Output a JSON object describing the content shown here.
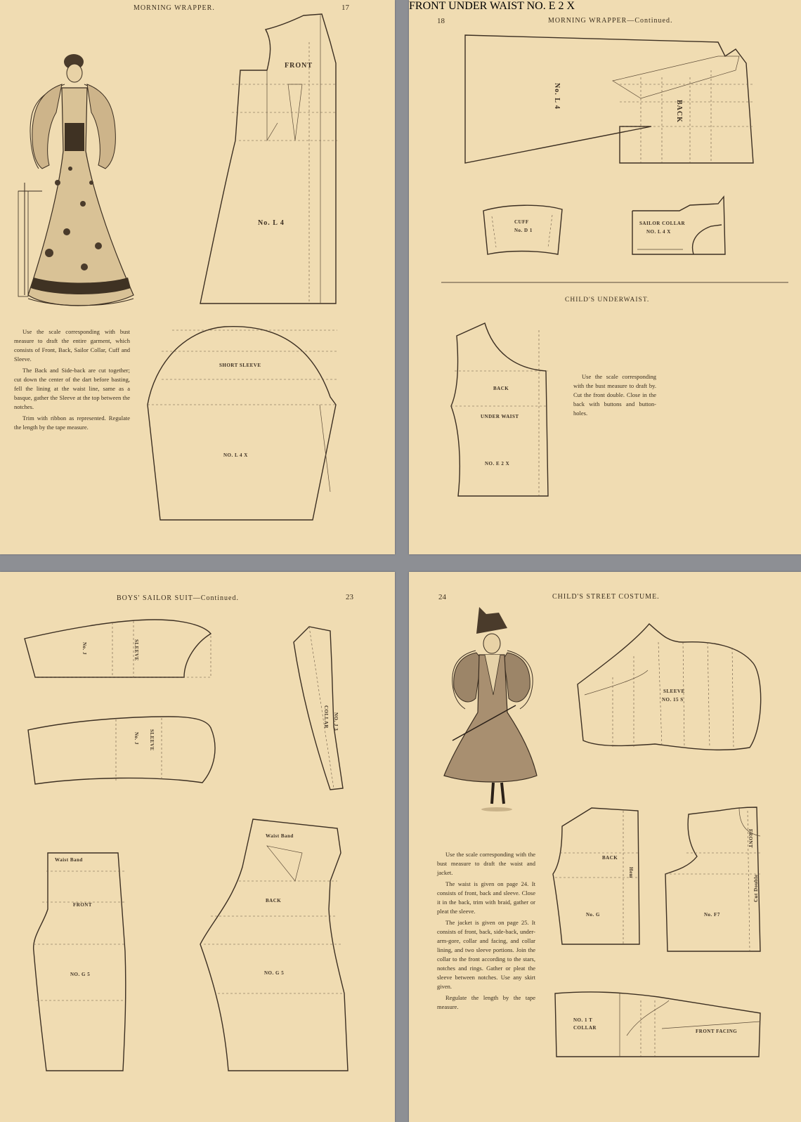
{
  "pages": [
    {
      "header": "MORNING WRAPPER.",
      "page_number": "17",
      "piece_labels": {
        "front": "FRONT",
        "pattern_no": "No. L 4",
        "sleeve": "SHORT SLEEVE",
        "sleeve_no": "NO. L 4 X"
      },
      "paragraphs": [
        "Use the scale corresponding with bust measure to draft the entire garment, which consists of Front, Back, Sailor Collar, Cuff and Sleeve.",
        "The Back and Side-back are cut together; cut down the center of the dart before basting, fell the lining at the waist line, same as a basque, gather the Sleeve at the top between the notches.",
        "Trim with ribbon as represented. Regulate the length by the tape measure."
      ]
    },
    {
      "header": "MORNING WRAPPER—Continued.",
      "page_number": "18",
      "section_title": "CHILD'S UNDERWAIST.",
      "piece_labels": {
        "pattern_no": "No. L 4",
        "back": "BACK",
        "cuff": "CUFF",
        "cuff_no": "No. D 1",
        "sailor_collar": "SAILOR COLLAR",
        "sailor_collar_no": "NO. L 4 X",
        "under_back": "BACK",
        "under_waist_back": "UNDER WAIST",
        "under_back_no": "NO. E 2 X",
        "under_front": "FRONT",
        "under_waist_front": "UNDER WAIST",
        "under_front_no": "NO. E 2 X"
      },
      "paragraphs": [
        "Use the scale corresponding with the bust measure to draft by. Cut the front double. Close in the back with buttons and button-holes."
      ]
    },
    {
      "header": "BOYS' SAILOR SUIT—Continued.",
      "page_number": "23",
      "piece_labels": {
        "sleeve_1": "SLEEVE",
        "sleeve_1_no": "No. J",
        "sleeve_2": "SLEEVE",
        "sleeve_2_no": "No. J",
        "collar": "COLLAR",
        "collar_no": "NO. J 3",
        "front": "FRONT",
        "front_no": "NO. G 5",
        "back": "BACK",
        "back_no": "NO. G 5",
        "waist_band_1": "Waist Band",
        "waist_band_2": "Waist Band"
      }
    },
    {
      "header": "CHILD'S STREET COSTUME.",
      "page_number": "24",
      "piece_labels": {
        "sleeve": "SLEEVE",
        "sleeve_no": "NO. 15 S",
        "back": "BACK",
        "back_no": "No. G",
        "hem": "Hem",
        "front": "FRONT",
        "front_no": "No. F7",
        "cut_double": "Cut Double",
        "collar": "COLLAR",
        "collar_no": "NO. 1 T",
        "front_facing": "FRONT FACING"
      },
      "paragraphs": [
        "Use the scale corresponding with the bust measure to draft the waist and jacket.",
        "The waist is given on page 24. It consists of front, back and sleeve. Close it in the back, trim with braid, gather or pleat the sleeve.",
        "The jacket is given on page 25. It consists of front, back, side-back, under-arm-gore, collar and facing, and collar lining, and two sleeve portions. Join the collar to the front according to the stars, notches and rings. Gather or pleat the sleeve between notches. Use any skirt given.",
        "Regulate the length by the tape measure."
      ]
    }
  ]
}
